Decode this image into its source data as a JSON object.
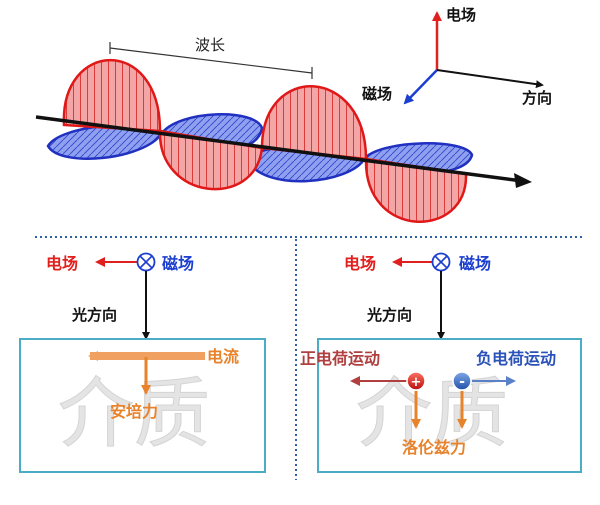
{
  "wave": {
    "wavelength_label": "波长",
    "axis_electric": "电场",
    "axis_magnetic": "磁场",
    "axis_direction": "方向"
  },
  "left_panel": {
    "electric_label": "电场",
    "magnetic_label": "磁场",
    "light_direction": "光方向",
    "medium_watermark": "介质",
    "current_label": "电流",
    "force_label": "安培力"
  },
  "right_panel": {
    "electric_label": "电场",
    "magnetic_label": "磁场",
    "light_direction": "光方向",
    "medium_watermark": "介质",
    "positive_charge_label": "正电荷运动",
    "negative_charge_label": "负电荷运动",
    "positive_sign": "+",
    "negative_sign": "-",
    "force_label": "洛伦兹力"
  },
  "colors": {
    "electric": "#e0201e",
    "magnetic": "#1c3fd0",
    "current": "#f0a060",
    "force": "#e8832c",
    "box_border": "#4bacc6",
    "divider": "#2e5fa5"
  }
}
